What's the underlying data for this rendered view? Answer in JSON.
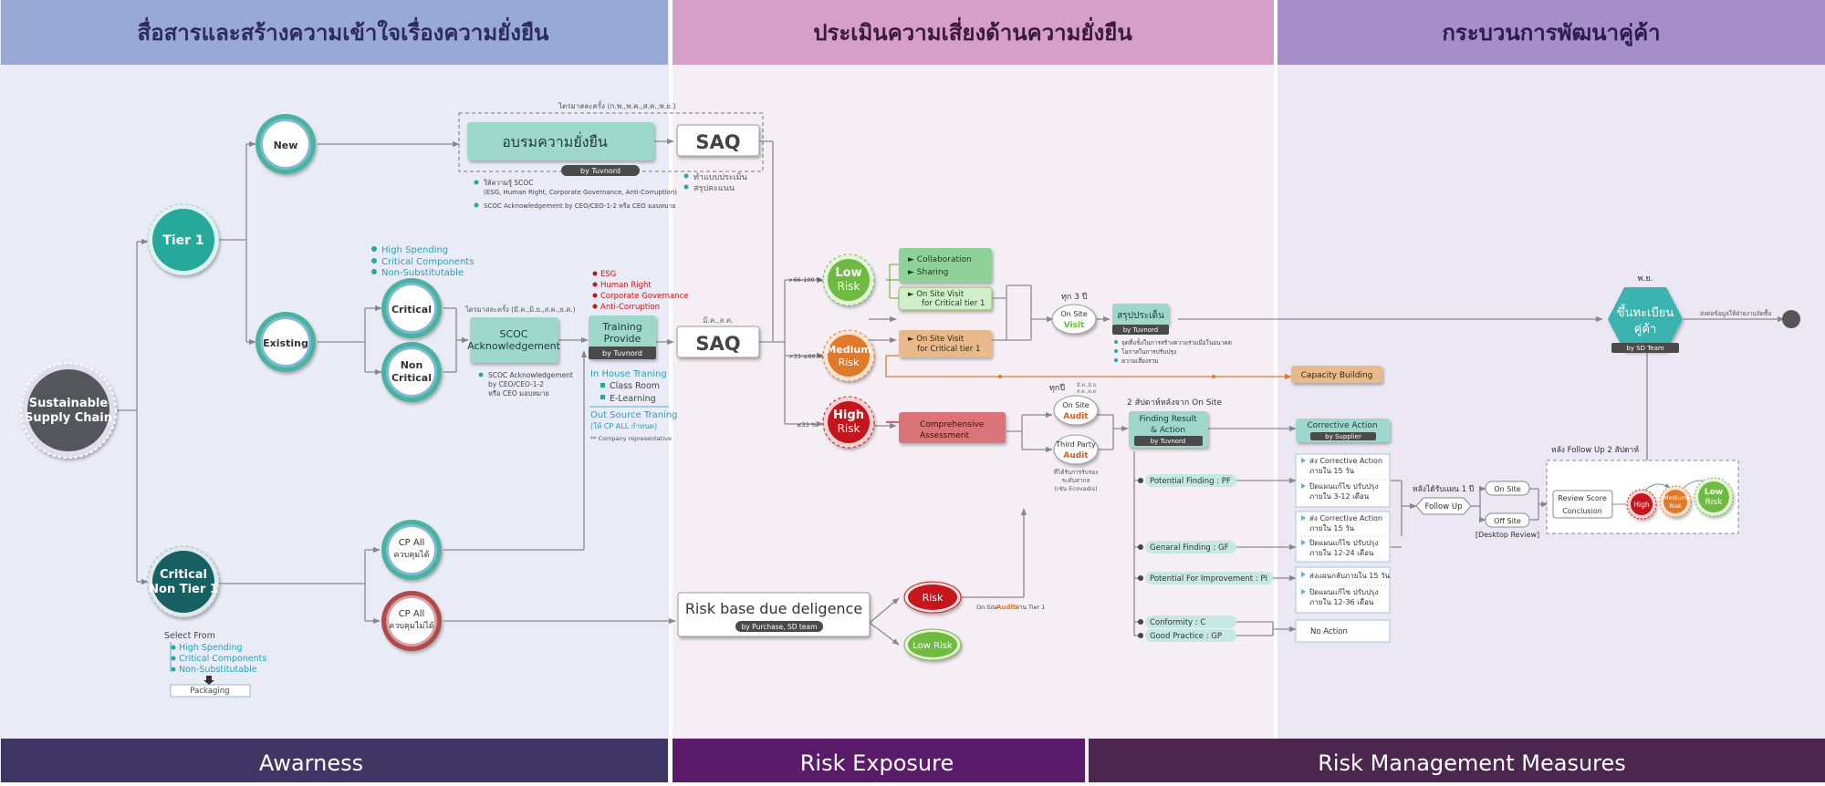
{
  "headers": {
    "awareness_th": "สื่อสารและสร้างความเข้าใจเรื่องความยั่งยืน",
    "risk_th": "ประเมินความเสี่ยงด้านความยั่งยืน",
    "dev_th": "กระบวนการพัฒนาคู่ค้า"
  },
  "footers": {
    "awareness": "Awarness",
    "risk_exposure": "Risk Exposure",
    "risk_mgmt": "Risk Management Measures"
  },
  "awareness": {
    "root_line1": "Sustainable",
    "root_line2": "Supply Chain",
    "tier1": "Tier 1",
    "critical_nt_line1": "Critical",
    "critical_nt_line2": "Non Tier 1",
    "new": "New",
    "existing": "Existing",
    "critical": "Critical",
    "non_critical_line1": "Non",
    "non_critical_line2": "Critical",
    "cp_ctrl_line1": "CP All",
    "cp_ctrl_line2": "ควบคุมได้",
    "cp_nctrl_line1": "CP All",
    "cp_nctrl_line2": "ควบคุมไม่ได้",
    "period_top": "ไตรมาสละครั้ง (ก.พ.,พ.ค.,ส.ค.,พ.ย.)",
    "training_title": "อบรมความยั่งยืน",
    "training_by": "by Tuvnord",
    "training_b1": "ให้ความรู้ SCOC",
    "training_b1b": "(ESG, Human Right, Corporate Governance, Anti-Corruption)",
    "training_b2": "SCOC Acknowledgement by CEO/CEO-1-2 หรือ CEO มอบหมาย",
    "crit_list": [
      "High Spending",
      "Critical Components",
      "Non-Substitutable"
    ],
    "period_mid": "ไตรมาสละครั้ง (มี.ค.,มิ.ย.,ส.ค.,ธ.ค.)",
    "scoc_line1": "SCOC",
    "scoc_line2": "Acknowledgement",
    "scoc_note1": "SCOC Acknowledgement",
    "scoc_note2": "by CEO/CEO-1-2",
    "scoc_note3": "หรือ CEO มอบหมาย",
    "esg_list": [
      "ESG",
      "Human Right",
      "Corporate Governance",
      "Anti-Corruption"
    ],
    "tp_line1": "Training",
    "tp_line2": "Provide",
    "tp_by": "by Tuvnord",
    "inhouse": "In House Traning",
    "inhouse_items": [
      "Class Room",
      "E-Learning"
    ],
    "outsource": "Out Source Traning",
    "outsource_sub": "(ให้ CP ALL กำหนด)",
    "company_rep": "** Company representative",
    "select_from": "Select From",
    "select_list": [
      "High Spending",
      "Critical Components",
      "Non-Substitutable"
    ],
    "packaging": "Packaging"
  },
  "risk": {
    "saq": "SAQ",
    "saq_b1": "ทำแบบประเมิน",
    "saq_b2": "สรุปคะแนน",
    "saq2_period": "มี.ค.,ส.ค.",
    "pct_low": ">66-100 %",
    "pct_med": ">33-≤66 %",
    "pct_high": "≤33 %",
    "low_line1": "Low",
    "low_line2": "Risk",
    "med_line1": "Medium",
    "med_line2": "Risk",
    "high_line1": "High",
    "high_line2": "Risk",
    "collab": "► Collaboration",
    "sharing": "► Sharing",
    "onsite_low1": "► On Site Visit",
    "onsite_low2": "for Critical tier 1",
    "onsite_med1": "► On Site Visit",
    "onsite_med2": "for Critical tier 1",
    "comp_line1": "Comprehensive",
    "comp_line2": "Assessment",
    "rbdd_title": "Risk base due deligence",
    "rbdd_by": "by Purchase, SD team",
    "risk_small": "Risk",
    "low_risk_small": "Low Risk",
    "onsite_audit_prefix": "On Site",
    "onsite_audit_word": "Audit",
    "onsite_audit_suffix": "ผ่าน Tier 1"
  },
  "mgmt": {
    "every3": "ทุก 3 ปี",
    "visit_line1": "On Site",
    "visit_line2": "Visit",
    "summary": "สรุปประเด็น",
    "summary_by": "by Tuvnord",
    "summary_b": [
      "จุดที่แข็งในการสร้างความร่วมมือในอนาคต",
      "โอกาสในการปรับปรุง",
      "ความเสี่ยงรวม"
    ],
    "capacity": "Capacity Building",
    "every_year": "ทุกปี",
    "months1": "มี.ค.,มิ.ย.",
    "months2": "ส.ค.,พ.ย.",
    "audit_line1": "On Site",
    "audit_line2": "Audit",
    "tp_line1": "Third Party",
    "tp_line2": "Audit",
    "tp_note": [
      "ที่ได้รับการรับรอง",
      "ระดับสากล",
      "(เช่น Ecovadis)"
    ],
    "two_weeks": "2 สัปดาห์หลังจาก On Site",
    "fr_line1": "Finding Result",
    "fr_line2": "& Action",
    "fr_by": "by Tuvnord",
    "find_pf": "Potential Finding : PF",
    "find_gf": "Genaral Finding : GF",
    "find_pi": "Potential For Improvement : PI",
    "find_c": "Conformity : C",
    "find_gp": "Good Practice : GP",
    "ca_title": "Corrective Action",
    "ca_by": "by Supplier",
    "pf_a1": "ส่ง Corrective Action",
    "pf_a2": "ภายใน 15 วัน",
    "pf_b1": "ปิดแผนแก้ไข ปรับปรุง",
    "pf_b2": "ภายใน 3-12 เดือน",
    "gf_a1": "ส่ง Corrective Action",
    "gf_a2": "ภายใน 15 วัน",
    "gf_b1": "ปิดแผนแก้ไข ปรับปรุง",
    "gf_b2": "ภายใน 12-24 เดือน",
    "pi_a1": "ส่งแผนกลับภายใน 15 วัน",
    "pi_b1": "ปิดแผนแก้ไข ปรับปรุง",
    "pi_b2": "ภายใน 12-36 เดือน",
    "no_action": "No Action",
    "after_plan": "หลังได้รับแผน 1 ปี",
    "follow_up": "Follow Up",
    "on_site": "On Site",
    "off_site": "Off Site",
    "desktop_review": "[Desktop Review]",
    "after_follow": "หลัง Follow Up 2 สัปดาห์",
    "review_line1": "Review Score",
    "review_line2": "Conclusion",
    "rv_high": "High",
    "rv_med_line1": "Medium",
    "rv_med_line2": "Risk",
    "rv_low_line1": "Low",
    "rv_low_line2": "Risk",
    "may": "พ.ย.",
    "reg_line1": "ขึ้นทะเบียน",
    "reg_line2": "คู่ค้า",
    "reg_by": "by SD Team",
    "send_info": "ส่งต่อข้อมูลให้ฝ่ายงานจัดซื้อ"
  },
  "colors": {
    "awareness_header": "#99a9d6",
    "risk_header": "#d69fc8",
    "dev_header": "#a68fc8",
    "awareness_footer": "#3f3663",
    "risk_footer": "#5a1b6b",
    "mgmt_footer": "#4b2750",
    "teal": "#27a89b",
    "dark_teal": "#165e63",
    "low_green": "#6dbb3f",
    "medium_orange": "#e07a2b",
    "high_red": "#c4161c"
  }
}
